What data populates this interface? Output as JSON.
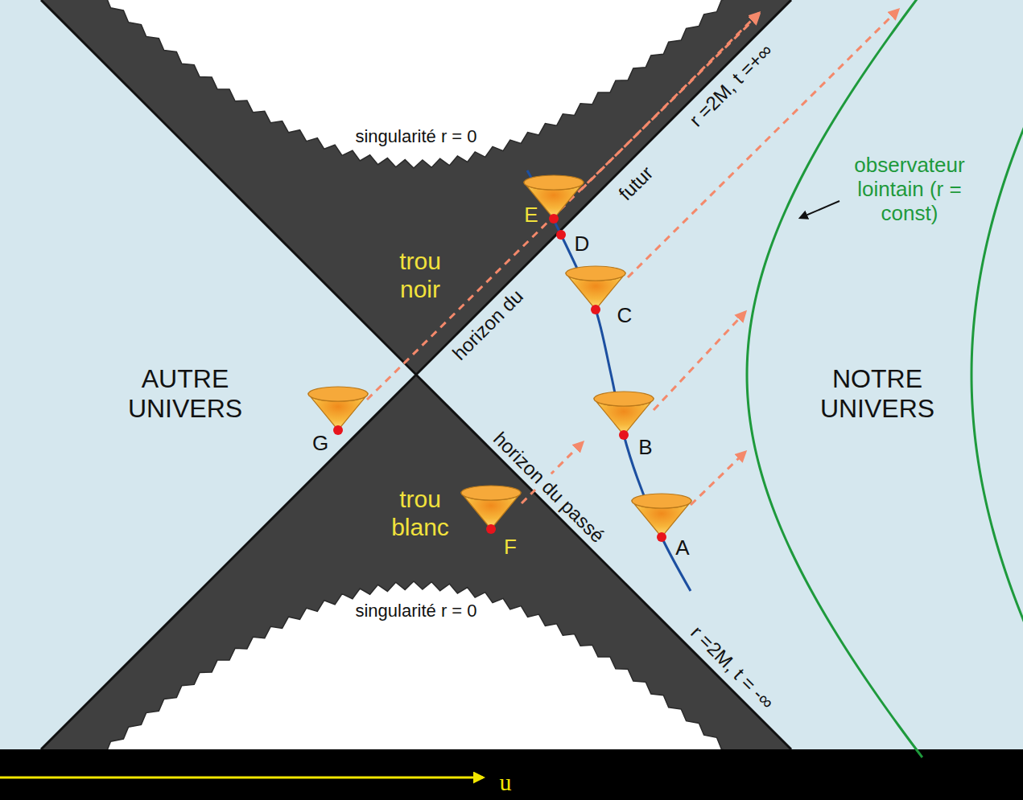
{
  "diagram": {
    "labels": [
      "singularité r = 0",
      "r =2M, t =+∞",
      "observateur lointain (r = const)",
      "futur",
      "E",
      "D",
      "trou noir",
      "horizon du",
      "C",
      "AUTRE UNIVERS",
      "NOTRE UNIVERS",
      "G",
      "B",
      "horizon du passé",
      "trou blanc",
      "F",
      "A",
      "singularité r = 0",
      "r =2M, t = -∞",
      "u"
    ]
  }
}
